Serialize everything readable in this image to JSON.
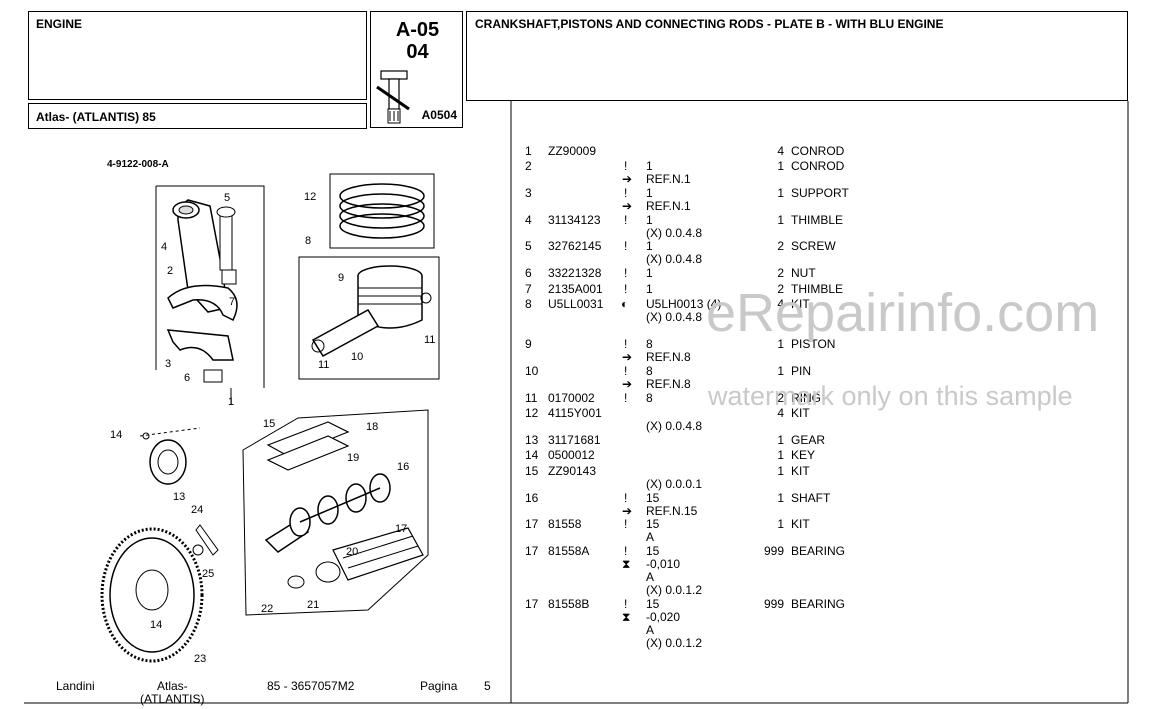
{
  "header": {
    "group": "ENGINE",
    "code_main": "A-05",
    "code_sub": "04",
    "code_ref": "A0504",
    "model": "Atlas- (ATLANTIS) 85",
    "title": "CRANKSHAFT,PISTONS AND CONNECTING RODS - PLATE B - WITH BLU ENGINE"
  },
  "diagram": {
    "drawing_number": "4-9122-008-A",
    "callouts": [
      "1",
      "2",
      "3",
      "4",
      "5",
      "6",
      "7",
      "8",
      "9",
      "10",
      "11",
      "11",
      "12",
      "13",
      "14",
      "14",
      "15",
      "16",
      "17",
      "18",
      "19",
      "20",
      "21",
      "22",
      "23",
      "24",
      "25"
    ]
  },
  "parts": [
    {
      "ref": "1",
      "part_no": "ZZ90009",
      "flag": "",
      "qty_note": "",
      "sub": [],
      "qty": "4",
      "desc": "CONROD"
    },
    {
      "ref": "2",
      "part_no": "",
      "flag": "!",
      "qty_note": "1",
      "sub": [
        "REF.N.1"
      ],
      "qty": "1",
      "desc": "CONROD"
    },
    {
      "ref": "3",
      "part_no": "",
      "flag": "!",
      "qty_note": "1",
      "sub": [
        "REF.N.1"
      ],
      "qty": "1",
      "desc": "SUPPORT"
    },
    {
      "ref": "4",
      "part_no": "31134123",
      "flag": "!",
      "qty_note": "1",
      "sub": [
        "(X) 0.0.4.8"
      ],
      "qty": "1",
      "desc": "THIMBLE"
    },
    {
      "ref": "5",
      "part_no": "32762145",
      "flag": "!",
      "qty_note": "1",
      "sub": [
        "(X) 0.0.4.8"
      ],
      "qty": "2",
      "desc": "SCREW"
    },
    {
      "ref": "6",
      "part_no": "33221328",
      "flag": "!",
      "qty_note": "1",
      "sub": [],
      "qty": "2",
      "desc": "NUT"
    },
    {
      "ref": "7",
      "part_no": "2135A001",
      "flag": "!",
      "qty_note": "1",
      "sub": [],
      "qty": "2",
      "desc": "THIMBLE"
    },
    {
      "ref": "8",
      "part_no": "U5LL0031",
      "flag": "",
      "qty_note": "U5LH0013  (4)",
      "sub": [
        "(X) 0.0.4.8"
      ],
      "qty": "4",
      "desc": "KIT"
    },
    {
      "ref": "9",
      "part_no": "",
      "flag": "!",
      "qty_note": "8",
      "sub": [
        "REF.N.8"
      ],
      "qty": "1",
      "desc": "PISTON"
    },
    {
      "ref": "10",
      "part_no": "",
      "flag": "!",
      "qty_note": "8",
      "sub": [
        "REF.N.8"
      ],
      "qty": "1",
      "desc": "PIN"
    },
    {
      "ref": "11",
      "part_no": "0170002",
      "flag": "!",
      "qty_note": "8",
      "sub": [],
      "qty": "2",
      "desc": "RING"
    },
    {
      "ref": "12",
      "part_no": "4115Y001",
      "flag": "",
      "qty_note": "",
      "sub": [
        "(X) 0.0.4.8"
      ],
      "qty": "4",
      "desc": "KIT"
    },
    {
      "ref": "13",
      "part_no": "31171681",
      "flag": "",
      "qty_note": "",
      "sub": [],
      "qty": "1",
      "desc": "GEAR"
    },
    {
      "ref": "14",
      "part_no": "0500012",
      "flag": "",
      "qty_note": "",
      "sub": [],
      "qty": "1",
      "desc": "KEY"
    },
    {
      "ref": "15",
      "part_no": "ZZ90143",
      "flag": "",
      "qty_note": "",
      "sub": [
        "(X) 0.0.0.1"
      ],
      "qty": "1",
      "desc": "KIT"
    },
    {
      "ref": "16",
      "part_no": "",
      "flag": "!",
      "qty_note": "15",
      "sub": [
        "REF.N.15"
      ],
      "qty": "1",
      "desc": "SHAFT"
    },
    {
      "ref": "17",
      "part_no": "81558",
      "flag": "!",
      "qty_note": "15",
      "sub": [
        "A"
      ],
      "qty": "1",
      "desc": "KIT"
    },
    {
      "ref": "17",
      "part_no": "81558A",
      "flag": "!",
      "qty_note": "15",
      "sub": [
        "-0,010",
        "A",
        "(X) 0.0.1.2"
      ],
      "qty": "999",
      "desc": "BEARING"
    },
    {
      "ref": "17",
      "part_no": "81558B",
      "flag": "!",
      "qty_note": "15",
      "sub": [
        "-0,020",
        "A",
        "(X) 0.0.1.2"
      ],
      "qty": "999",
      "desc": "BEARING"
    }
  ],
  "footer": {
    "brand": "Landini",
    "model_line1": "Atlas-",
    "model_line2": "(ATLANTIS)",
    "doc": "85 - 3657057M2",
    "page_label": "Pagina",
    "page_no": "5"
  },
  "watermark": {
    "main": "eRepairinfo.com",
    "note": "watermark only on this sample"
  }
}
